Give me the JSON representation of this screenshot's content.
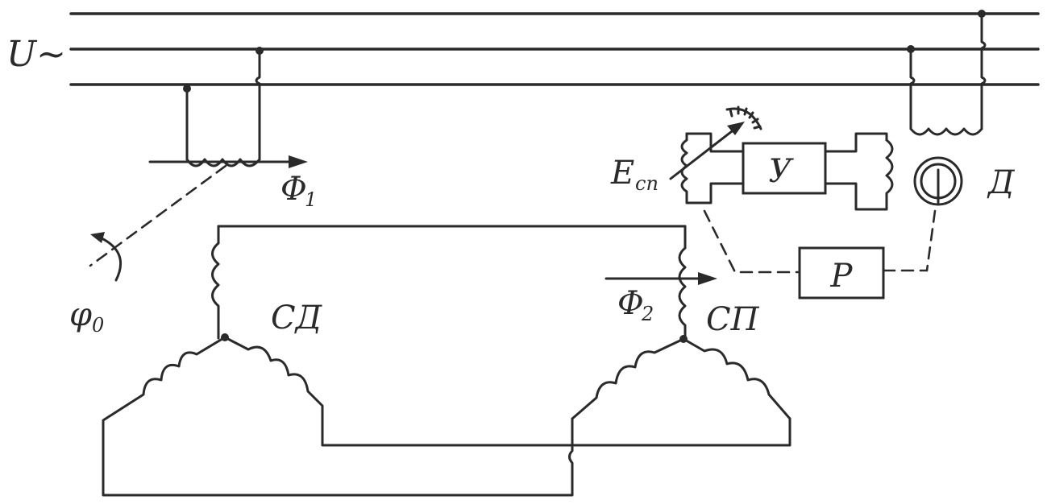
{
  "labels": {
    "supply": "U~",
    "flux1_main": "Φ",
    "flux1_sub": "1",
    "flux2_main": "Φ",
    "flux2_sub": "2",
    "phase_main": "φ",
    "phase_sub": "0",
    "motor": "СД",
    "selsyn": "СП",
    "emf_main": "E",
    "emf_sub": "сп",
    "amplifier": "У",
    "regulator": "Р",
    "motor_drive": "Д"
  }
}
